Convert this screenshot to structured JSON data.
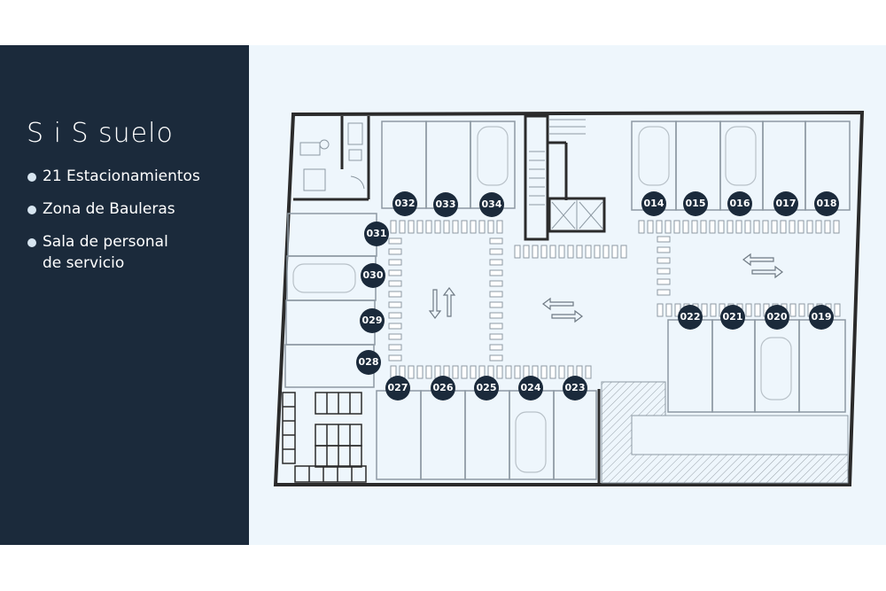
{
  "title": "S i S suelo",
  "features": [
    "21 Estacionamientos",
    "Zona de Bauleras",
    "Sala de personal\nde servicio"
  ],
  "spots": [
    {
      "id": "032"
    },
    {
      "id": "033"
    },
    {
      "id": "034"
    },
    {
      "id": "014"
    },
    {
      "id": "015"
    },
    {
      "id": "016"
    },
    {
      "id": "017"
    },
    {
      "id": "018"
    },
    {
      "id": "031"
    },
    {
      "id": "030"
    },
    {
      "id": "029"
    },
    {
      "id": "028"
    },
    {
      "id": "022"
    },
    {
      "id": "021"
    },
    {
      "id": "020"
    },
    {
      "id": "019"
    },
    {
      "id": "027"
    },
    {
      "id": "026"
    },
    {
      "id": "025"
    },
    {
      "id": "024"
    },
    {
      "id": "023"
    }
  ],
  "colors": {
    "sidebar": "#1b2a3b",
    "panel": "#eef6fc",
    "badge": "#1b2a3b",
    "wall": "#2b2b2b",
    "line": "#8d99a3"
  }
}
